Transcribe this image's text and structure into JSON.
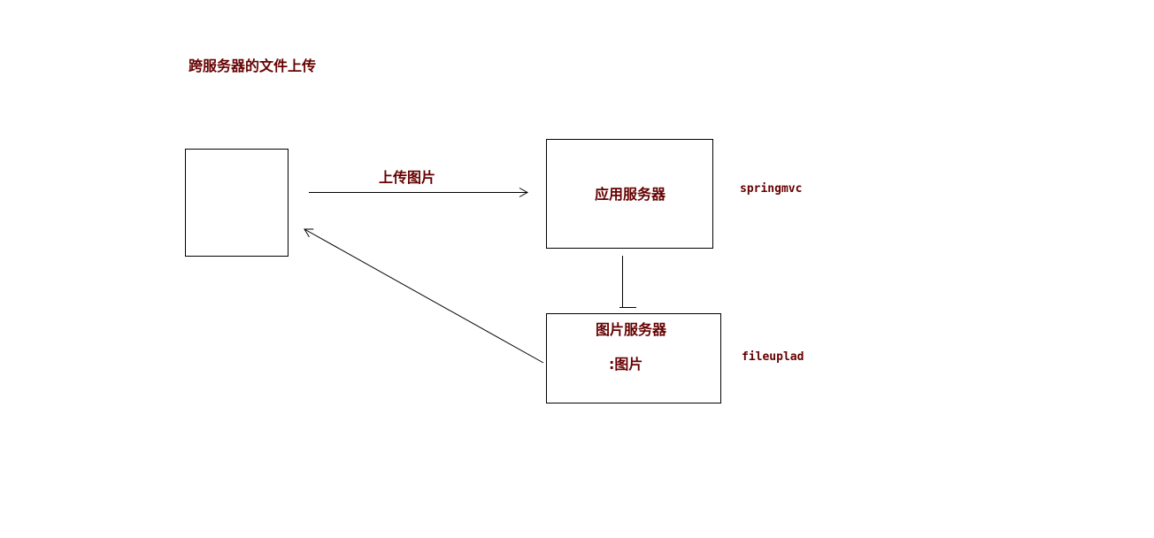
{
  "colors": {
    "text": "#660000",
    "stroke": "#000000",
    "background": "#ffffff"
  },
  "diagram": {
    "title": "跨服务器的文件上传",
    "client_box": {
      "label": ""
    },
    "upload_arrow": {
      "label": "上传图片"
    },
    "app_server": {
      "label": "应用服务器",
      "tech": "springmvc"
    },
    "image_server": {
      "label": "图片服务器",
      "content": ":图片",
      "tech": "fileuplad"
    }
  }
}
